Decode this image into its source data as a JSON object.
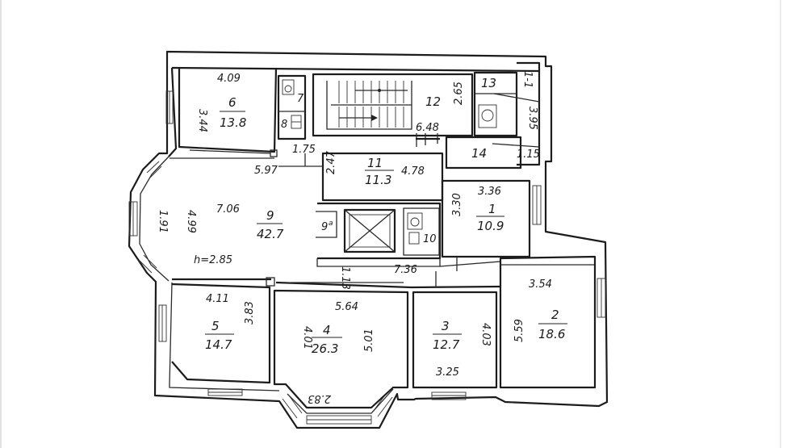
{
  "rooms": {
    "r6": {
      "number": "6",
      "area": "13.8",
      "width": "4.09",
      "depth": "3.44"
    },
    "r9": {
      "number": "9",
      "area": "42.7",
      "width": "7.06",
      "side": "4.99",
      "bay": "1.91",
      "bottom": "5.97",
      "height": "h=2.85"
    },
    "r11": {
      "number": "11",
      "area": "11.3",
      "width": "4.78",
      "depth": "2.47",
      "corridor": "1.75"
    },
    "r12": {
      "number": "12",
      "dim": "2.65",
      "wall": "6.48"
    },
    "r13": {
      "number": "13"
    },
    "r14": {
      "number": "14",
      "dim": "1.15"
    },
    "rI": {
      "number": "1-1",
      "dim": "3.95"
    },
    "r1": {
      "number": "1",
      "area": "10.9",
      "width": "3.36",
      "depth": "3.30"
    },
    "r10": {
      "number": "10"
    },
    "r7": {
      "number": "7"
    },
    "r8": {
      "number": "8"
    },
    "rW": {
      "number": "9",
      "suffix": "a"
    },
    "hall": {
      "dim1": "1.13",
      "dim2": "7.36"
    },
    "r5": {
      "number": "5",
      "area": "14.7",
      "width": "4.11",
      "depth": "3.83"
    },
    "r4": {
      "number": "4",
      "area": "26.3",
      "width": "5.64",
      "left": "4.01",
      "right": "5.01",
      "bay": "2.83"
    },
    "r3": {
      "number": "3",
      "area": "12.7",
      "width": "3.25",
      "depth": "4.03"
    },
    "r2": {
      "number": "2",
      "area": "18.6",
      "width": "3.54",
      "depth": "5.59"
    }
  }
}
